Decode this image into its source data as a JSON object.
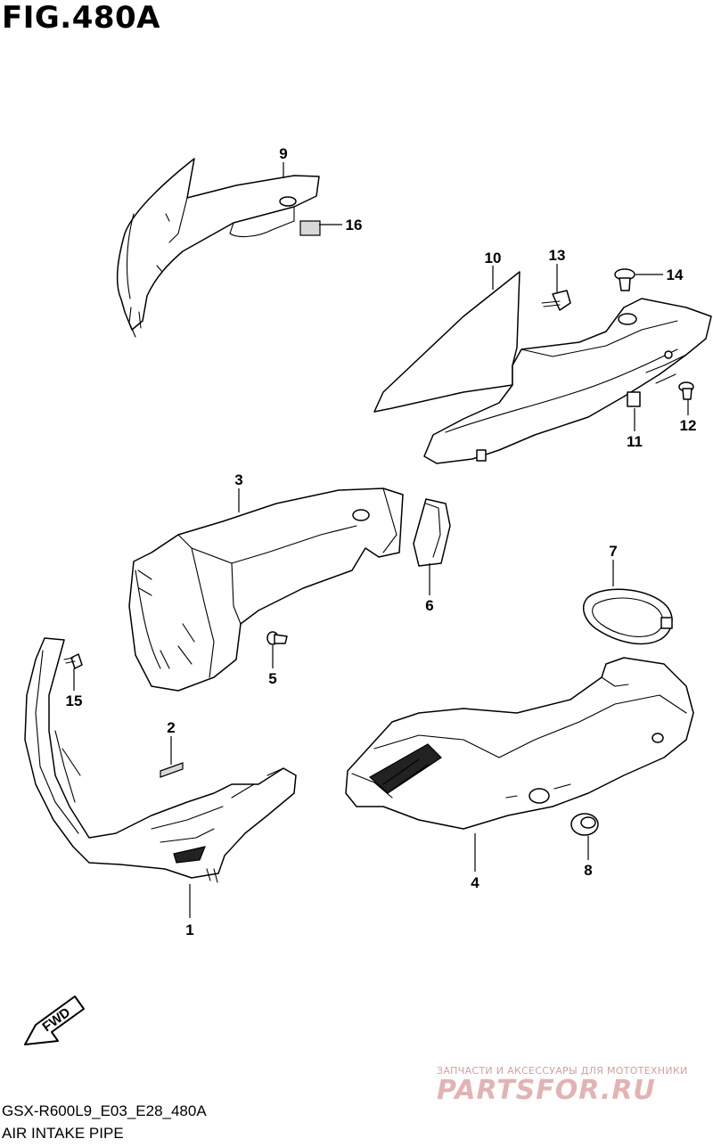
{
  "figure": {
    "title": "FIG.480A",
    "model_code": "GSX-R600L9_E03_E28_480A",
    "subtitle": "AIR INTAKE PIPE"
  },
  "callouts": [
    "1",
    "2",
    "3",
    "4",
    "5",
    "6",
    "7",
    "8",
    "9",
    "10",
    "11",
    "12",
    "13",
    "14",
    "15",
    "16"
  ],
  "fwd_label": "FWD",
  "watermark": {
    "tagline": "ЗАПЧАСТИ И АКСЕССУАРЫ ДЛЯ МОТОТЕХНИКИ",
    "brand": "PARTSFOR.RU",
    "color": "#e3b3b3"
  }
}
